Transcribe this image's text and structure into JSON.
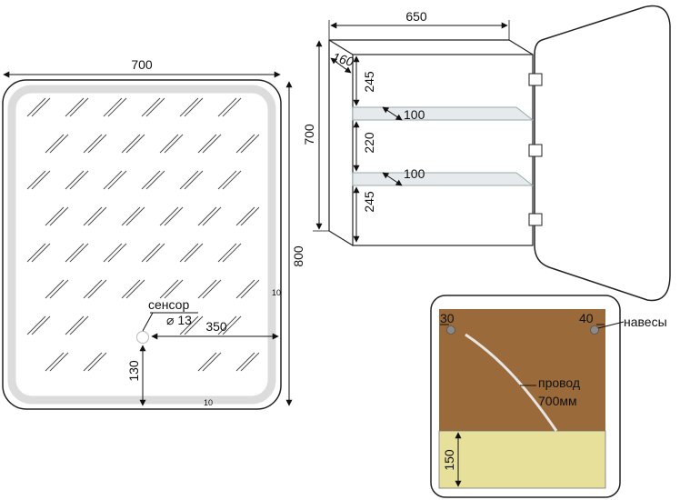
{
  "front_view": {
    "width_label": "700",
    "height_label": "800",
    "led_offset_side": "10",
    "led_offset_bottom": "10",
    "sensor_label": "сенсор",
    "sensor_diameter": "⌀ 13",
    "sensor_from_side": "350",
    "sensor_from_bottom": "130"
  },
  "cabinet_view": {
    "width_label": "650",
    "height_label": "700",
    "depth_label": "160",
    "section_top": "245",
    "section_middle": "220",
    "section_bottom": "245",
    "shelf_top_depth": "100",
    "shelf_bottom_depth": "100"
  },
  "back_view": {
    "hanger_left_offset": "30",
    "hanger_right_offset": "40",
    "hangers_label": "навесы",
    "wire_label_line1": "провод",
    "wire_label_line2": "700мм",
    "bottom_zone_height": "150"
  },
  "colors": {
    "back_panel": "#9a6a3a",
    "bottom_zone": "#e6e09a",
    "led_glow": "#dcdcdc",
    "line": "#222222"
  }
}
